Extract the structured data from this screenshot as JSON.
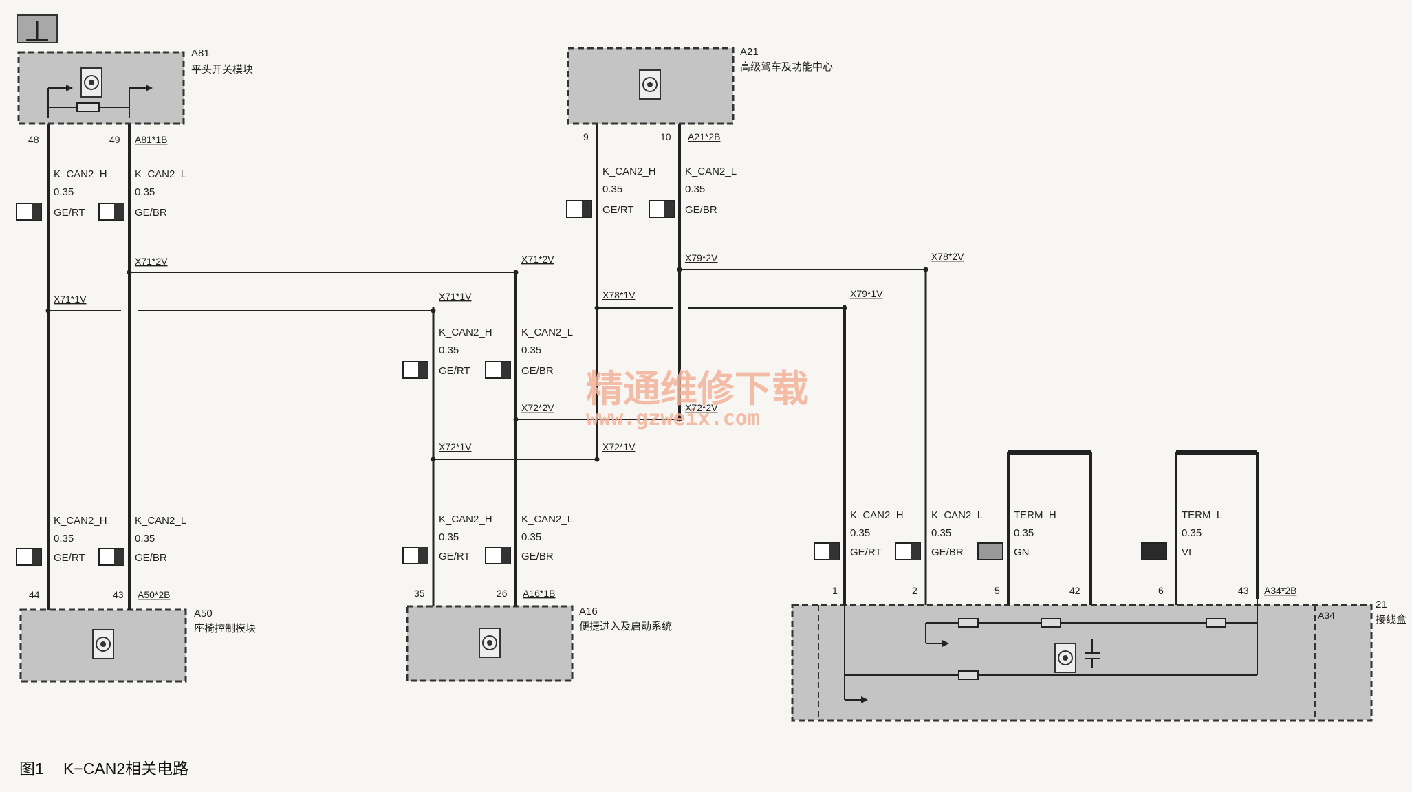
{
  "modules": {
    "a81": {
      "code": "A81",
      "name": "平头开关模块",
      "connector": "A81*1B",
      "pin_h": "48",
      "pin_l": "49"
    },
    "a21": {
      "code": "A21",
      "name": "高级驾车及功能中心",
      "connector": "A21*2B",
      "pin_h": "9",
      "pin_l": "10"
    },
    "a50": {
      "code": "A50",
      "name": "座椅控制模块",
      "connector": "A50*2B",
      "pin_h": "44",
      "pin_l": "43"
    },
    "a16": {
      "code": "A16",
      "name": "便捷进入及启动系统",
      "connector": "A16*1B",
      "pin_h": "35",
      "pin_l": "26"
    },
    "a34": {
      "code": "A34",
      "name": "接线盒",
      "tag": "21",
      "connector": "A34*2B",
      "pins": [
        "1",
        "2",
        "5",
        "42",
        "6",
        "43"
      ]
    }
  },
  "wires": {
    "can_h": "K_CAN2_H",
    "can_l": "K_CAN2_L",
    "term_h": "TERM_H",
    "term_l": "TERM_L",
    "size": "0.35",
    "color_h": "GE/RT",
    "color_l": "GE/BR",
    "color_gn": "GN",
    "color_vi": "VI"
  },
  "connectors": {
    "x71_1v": "X71*1V",
    "x71_2v": "X71*2V",
    "x72_1v": "X72*1V",
    "x72_2v": "X72*2V",
    "x78_1v": "X78*1V",
    "x78_2v": "X78*2V",
    "x79_1v": "X79*1V",
    "x79_2v": "X79*2V"
  },
  "watermark": {
    "line1": "精通维修下载",
    "line2": "www.gzweix.com"
  },
  "caption": {
    "fig": "图1",
    "title": "K−CAN2相关电路"
  }
}
